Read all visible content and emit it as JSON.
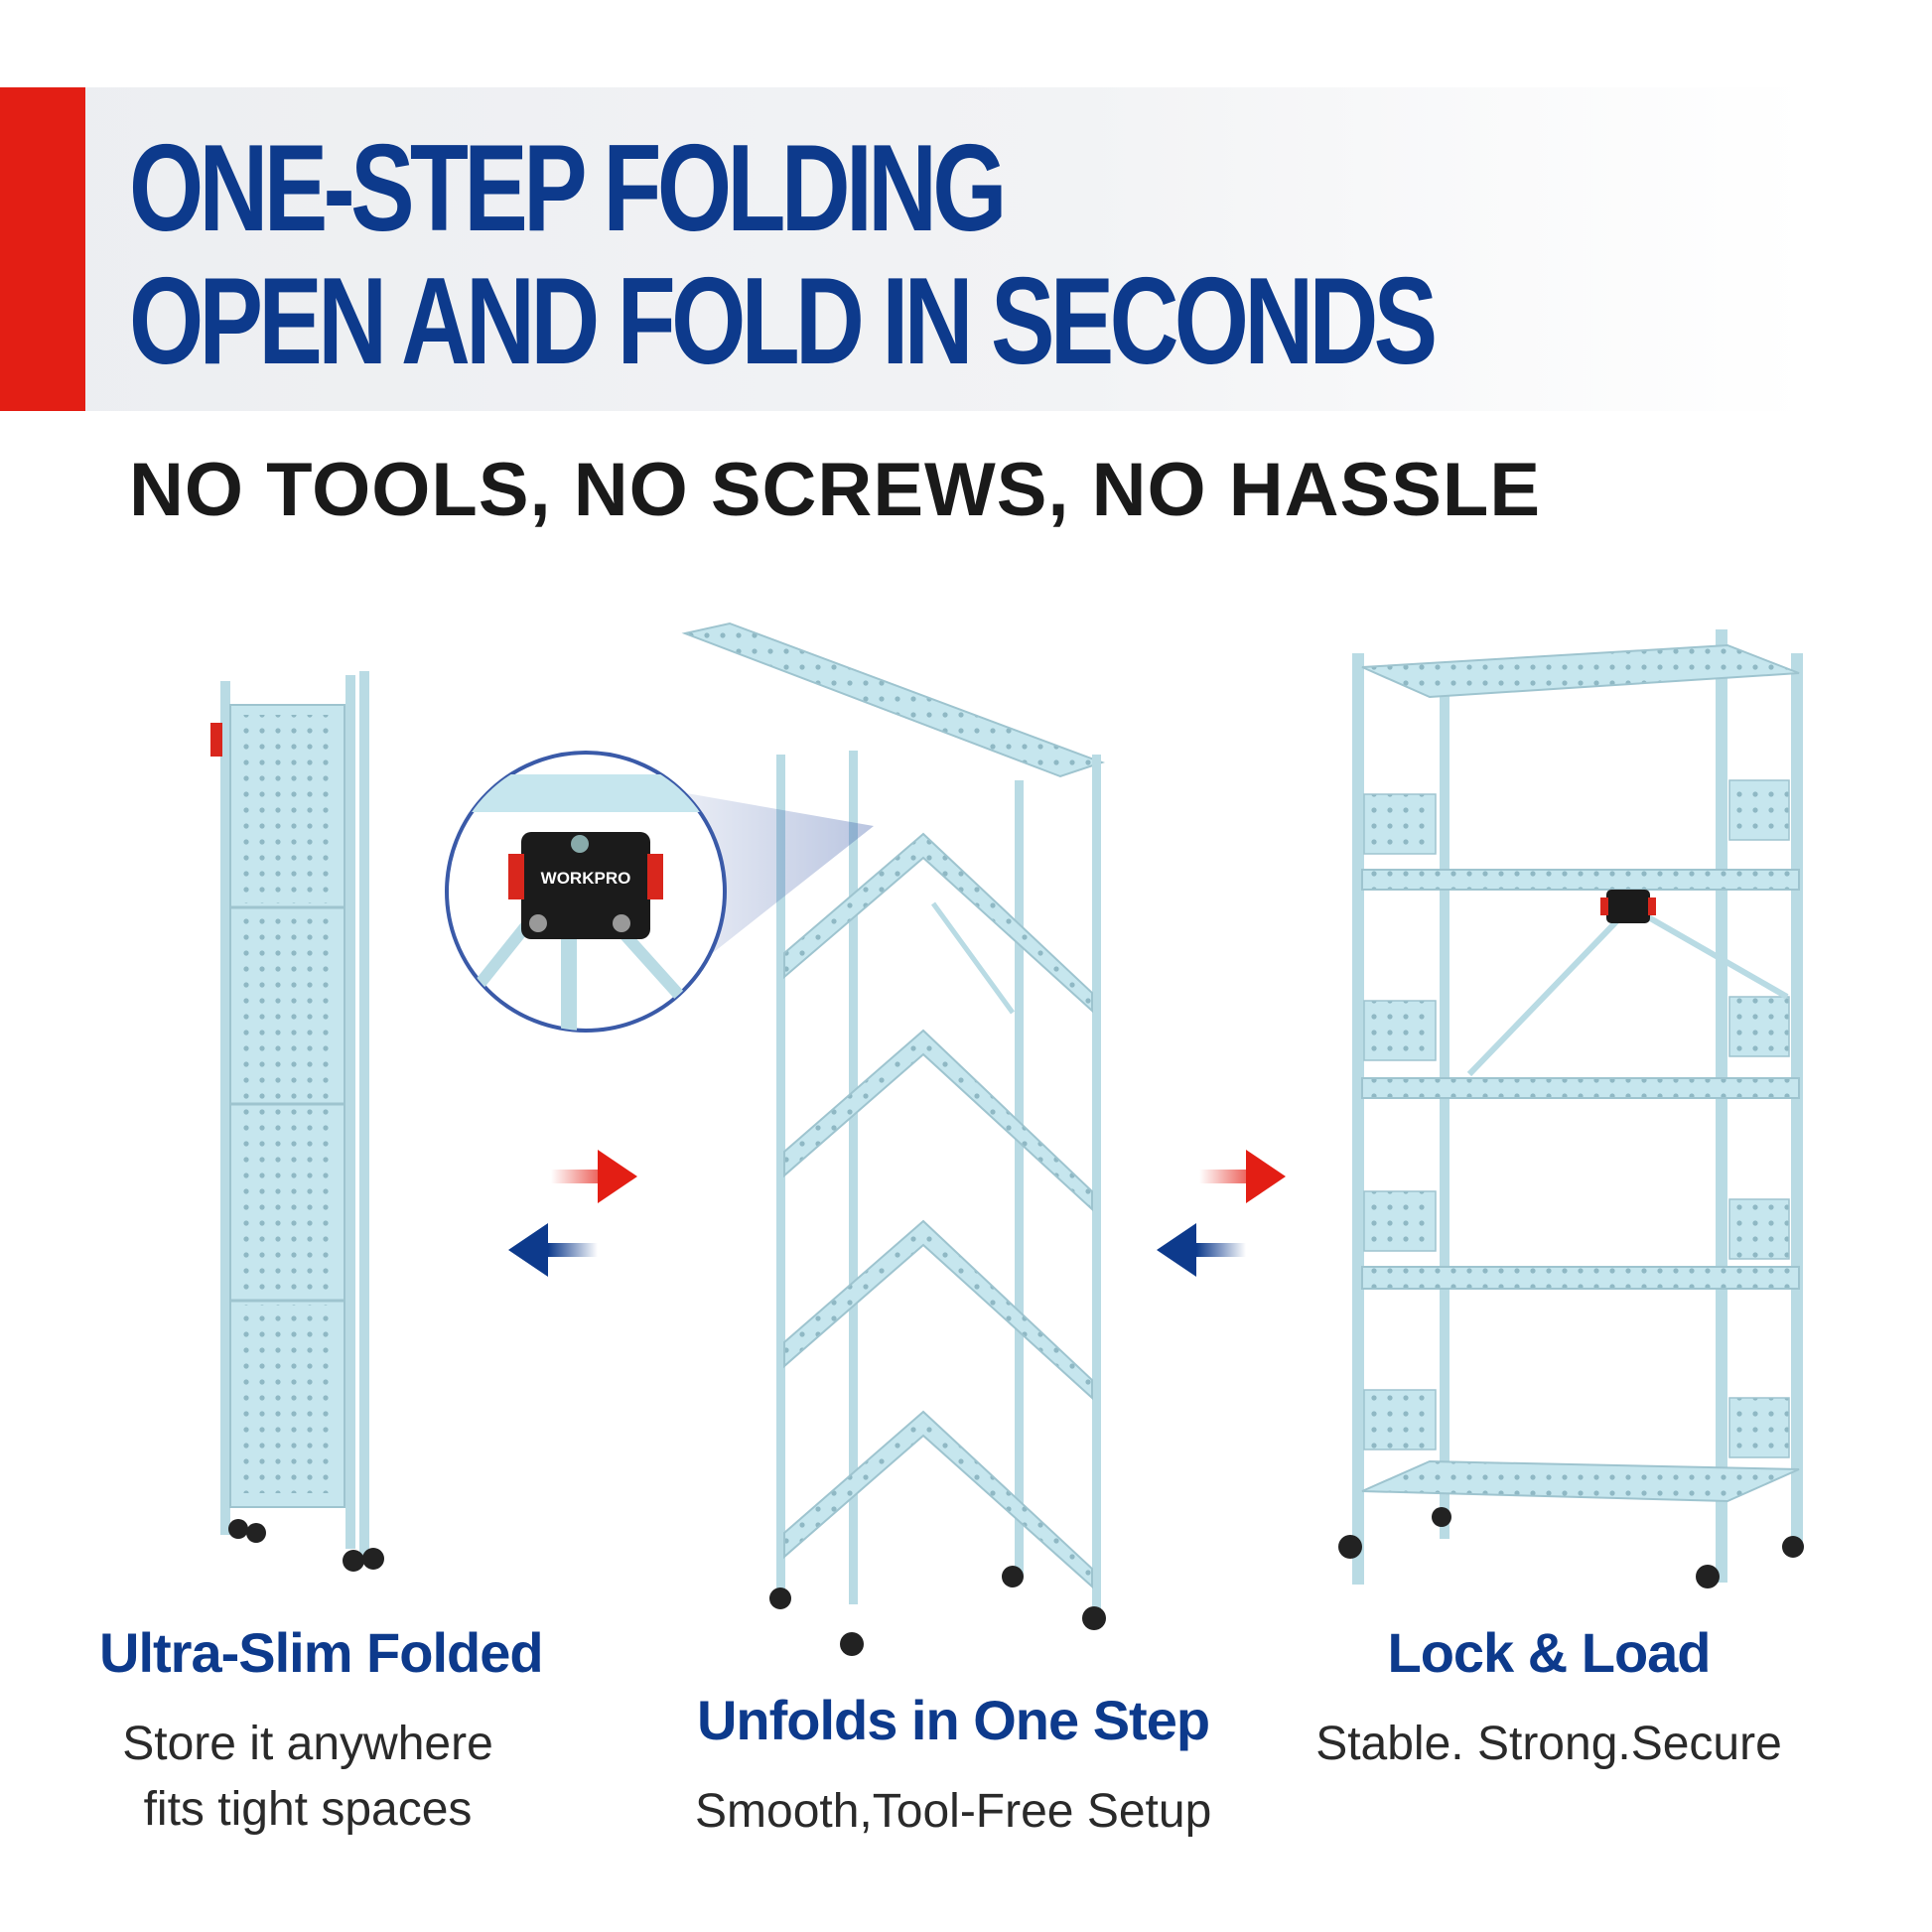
{
  "header": {
    "line1": "ONE-STEP FOLDING",
    "line2": "OPEN AND FOLD IN SECONDS",
    "subhead": "NO TOOLS, NO SCREWS, NO HASSLE"
  },
  "brand": {
    "logo_text": "WORKPRO"
  },
  "captions": [
    {
      "title": "Ultra-Slim Folded",
      "line1": "Store it anywhere",
      "line2": "fits tight spaces"
    },
    {
      "title": "Unfolds in One Step",
      "line1": "Smooth,Tool-Free Setup"
    },
    {
      "title": "Lock & Load",
      "line1": "Stable. Strong.Secure"
    }
  ],
  "colors": {
    "accent_red": "#e31e14",
    "headline_blue": "#0d3a8c",
    "shelf_blue": "#c6e6ee"
  }
}
